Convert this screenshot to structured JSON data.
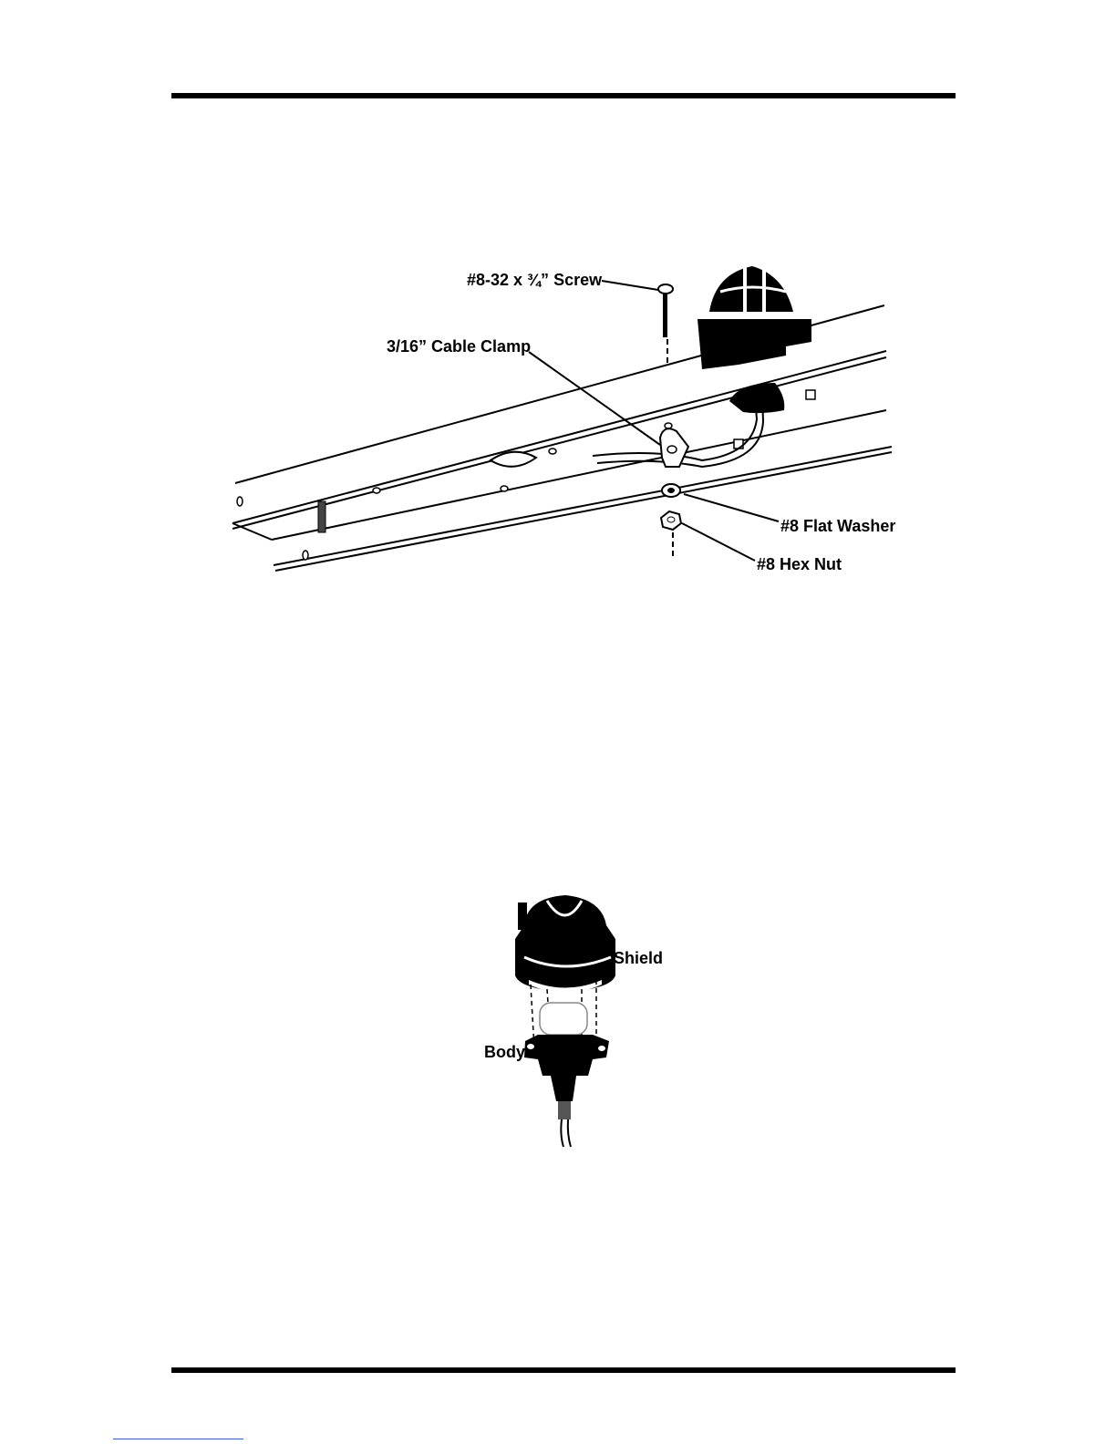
{
  "figure1": {
    "labels": {
      "screw": "#8-32 x ¾” Screw",
      "cable_clamp": "3/16” Cable Clamp",
      "flat_washer": "#8 Flat Washer",
      "hex_nut": "#8 Hex Nut"
    }
  },
  "figure2": {
    "labels": {
      "shield": "Shield",
      "body": "Body"
    }
  }
}
